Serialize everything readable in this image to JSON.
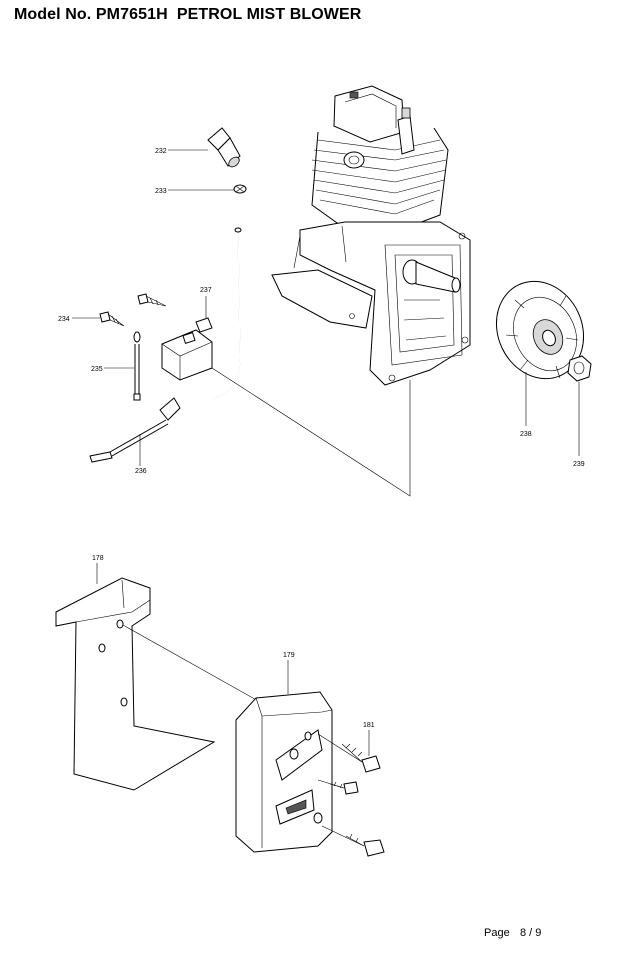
{
  "header": {
    "title": "Model No. PM7651H  PETROL MIST BLOWER"
  },
  "callouts": {
    "p232": "232",
    "p233": "233",
    "p234": "234",
    "p235": "235",
    "p236": "236",
    "p237": "237",
    "p238": "238",
    "p239": "239",
    "p178": "178",
    "p179": "179",
    "p181": "181"
  },
  "footer": {
    "page_label": "Page",
    "page_number": "8 / 9"
  }
}
